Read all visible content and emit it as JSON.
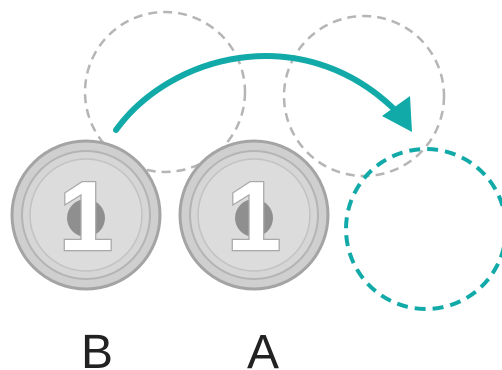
{
  "coins": [
    {
      "id": "B",
      "label": "B",
      "numeral": "1"
    },
    {
      "id": "A",
      "label": "A",
      "numeral": "1"
    }
  ],
  "colors": {
    "accent_teal": "#12aaa8",
    "ghost_dash": "#b5b5b5",
    "coin_rim": "#a4a4a4",
    "coin_face": "#d2d2d2"
  }
}
